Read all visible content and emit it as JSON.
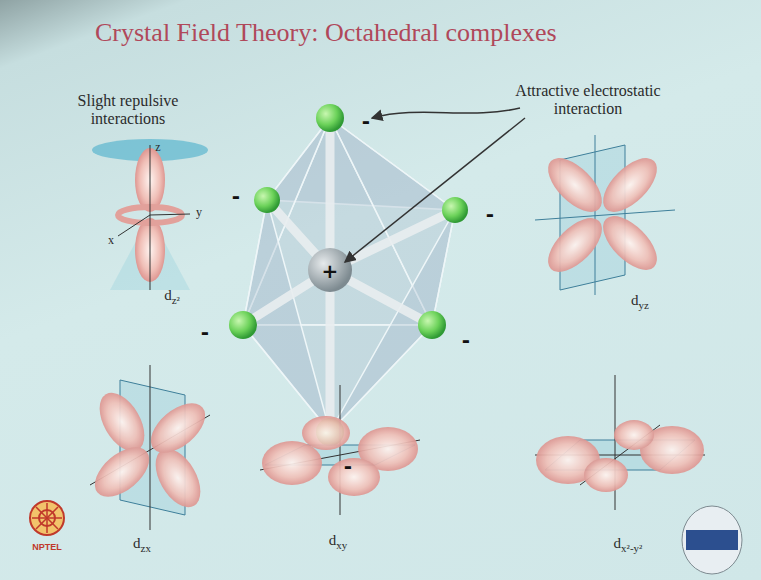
{
  "diagram": {
    "title": "Crystal Field Theory: Octahedral complexes",
    "labels": [
      "Slight repulsive interactions",
      "z",
      "x",
      "y",
      "Attractive electrostatic interaction",
      "-",
      "-",
      "-",
      "-",
      "-",
      "-",
      "+",
      "dz²",
      "dyz",
      "dzx",
      "dxy",
      "dx²-y²",
      "NPTEL"
    ]
  }
}
